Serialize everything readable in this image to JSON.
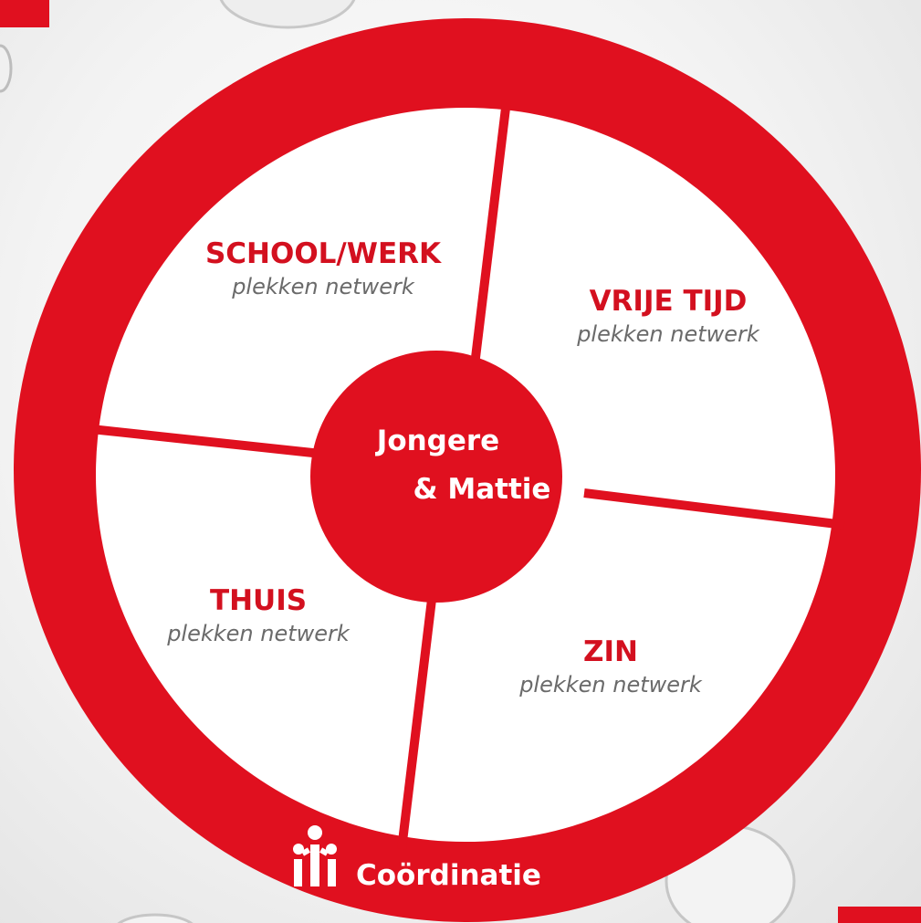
{
  "colors": {
    "accent": "#e0101f",
    "text_grey": "#6a6a6a",
    "white": "#ffffff"
  },
  "quadrants": {
    "school_werk": {
      "title": "SCHOOL/WERK",
      "subtitle": "plekken netwerk"
    },
    "vrije_tijd": {
      "title": "VRIJE TIJD",
      "subtitle": "plekken netwerk"
    },
    "thuis": {
      "title": "THUIS",
      "subtitle": "plekken netwerk"
    },
    "zin": {
      "title": "ZIN",
      "subtitle": "plekken netwerk"
    }
  },
  "center": {
    "line1": "Jongere",
    "line2": "& Mattie"
  },
  "ring": {
    "label": "Coördinatie",
    "icon": "people-icon"
  }
}
